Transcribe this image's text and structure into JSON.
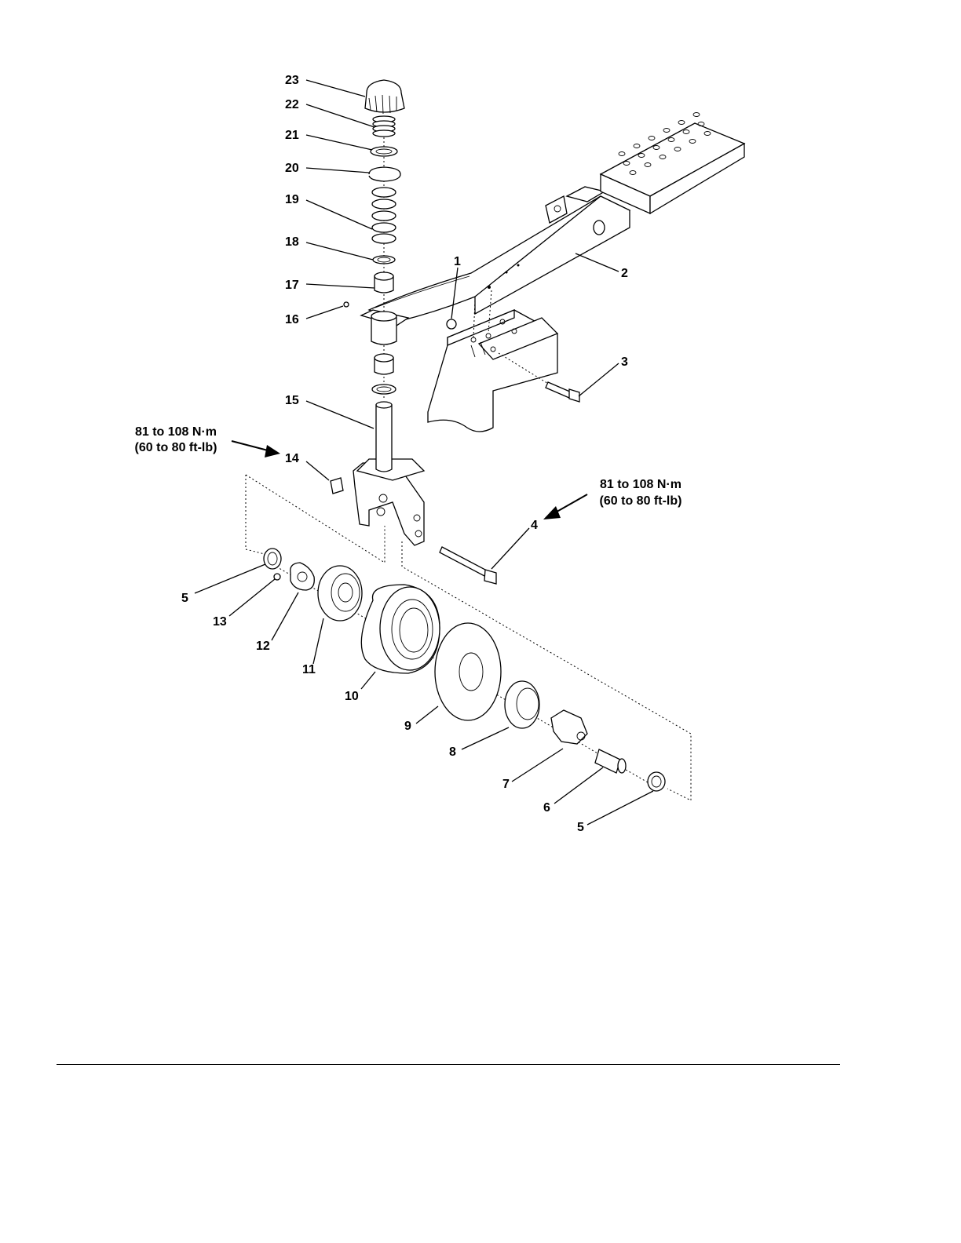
{
  "callouts": [
    {
      "id": "c23",
      "text": "23"
    },
    {
      "id": "c22",
      "text": "22"
    },
    {
      "id": "c21",
      "text": "21"
    },
    {
      "id": "c20",
      "text": "20"
    },
    {
      "id": "c19",
      "text": "19"
    },
    {
      "id": "c18",
      "text": "18"
    },
    {
      "id": "c17",
      "text": "17"
    },
    {
      "id": "c16",
      "text": "16"
    },
    {
      "id": "c15",
      "text": "15"
    },
    {
      "id": "c14",
      "text": "14"
    },
    {
      "id": "c1",
      "text": "1"
    },
    {
      "id": "c2",
      "text": "2"
    },
    {
      "id": "c3",
      "text": "3"
    },
    {
      "id": "c4",
      "text": "4"
    },
    {
      "id": "c5a",
      "text": "5"
    },
    {
      "id": "c13",
      "text": "13"
    },
    {
      "id": "c12",
      "text": "12"
    },
    {
      "id": "c11",
      "text": "11"
    },
    {
      "id": "c10",
      "text": "10"
    },
    {
      "id": "c9",
      "text": "9"
    },
    {
      "id": "c8",
      "text": "8"
    },
    {
      "id": "c7",
      "text": "7"
    },
    {
      "id": "c6",
      "text": "6"
    },
    {
      "id": "c5b",
      "text": "5"
    }
  ],
  "torque_left": {
    "line1": "81 to 108 N·m",
    "line2": "(60 to 80 ft-lb)"
  },
  "torque_right": {
    "line1": "81 to 108 N·m",
    "line2": "(60 to 80 ft-lb)"
  }
}
